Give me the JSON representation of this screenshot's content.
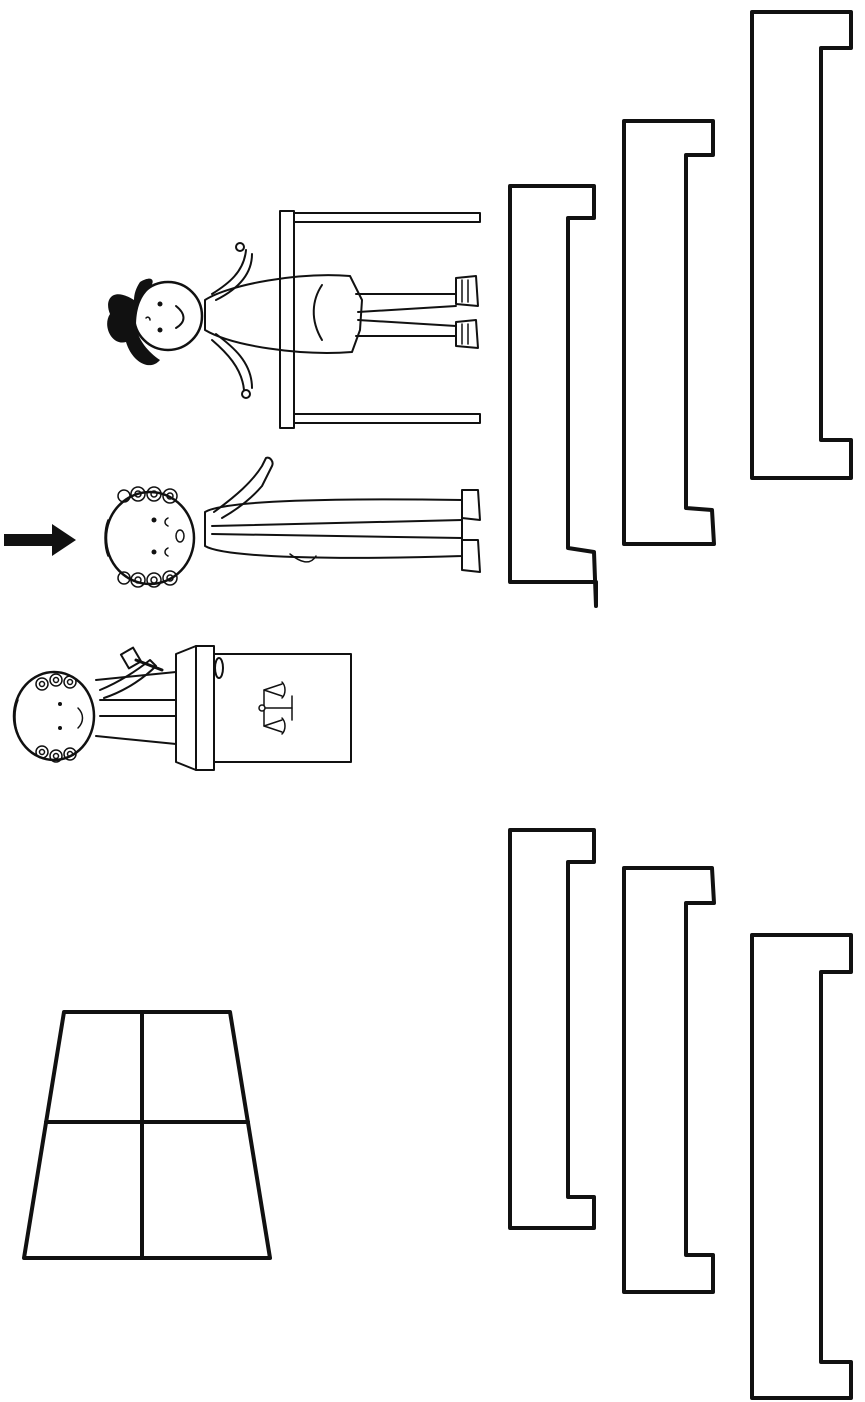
{
  "scene": {
    "background": "#ffffff",
    "ink_color": "#111111",
    "elements": {
      "arrow": "right-arrow-icon",
      "judge": "judge-figure",
      "judge_bench": "judge-bench",
      "scales": "scales-of-justice-icon",
      "gavel": "gavel-icon",
      "barrister": "barrister-figure",
      "witness": "witness-figure",
      "witness_stand": "witness-stand",
      "benches_upper": 3,
      "benches_lower": 3,
      "table": "four-panel-table"
    }
  }
}
